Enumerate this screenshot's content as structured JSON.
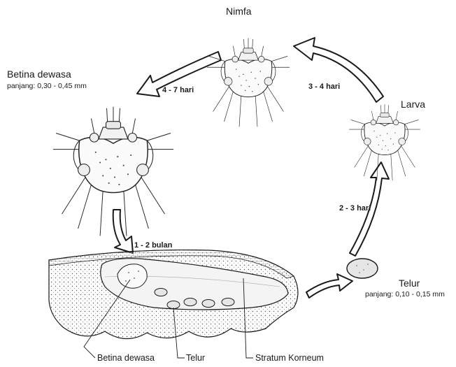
{
  "stages": {
    "nymph": {
      "name": "Nimfa"
    },
    "larva": {
      "name": "Larva"
    },
    "adult": {
      "name": "Betina dewasa",
      "size": "panjang: 0,30 - 0,45 mm"
    },
    "egg": {
      "name": "Telur",
      "size": "panjang: 0,10 - 0,15 mm"
    }
  },
  "durations": {
    "nymph_to_adult": "4 - 7 hari",
    "larva_to_nymph": "3 - 4 hari",
    "egg_to_larva": "2 - 3 hari",
    "adult_to_burrow": "1 - 2 bulan"
  },
  "burrow_labels": {
    "adult": "Betina dewasa",
    "eggs": "Telur",
    "stratum": "Stratum Korneum"
  },
  "colors": {
    "ink": "#1a1a1a",
    "arrow_fill": "#ffffff",
    "skin": "#d9d9d9",
    "burrow": "#f4f4f4",
    "egg": "#e6e6e6"
  }
}
